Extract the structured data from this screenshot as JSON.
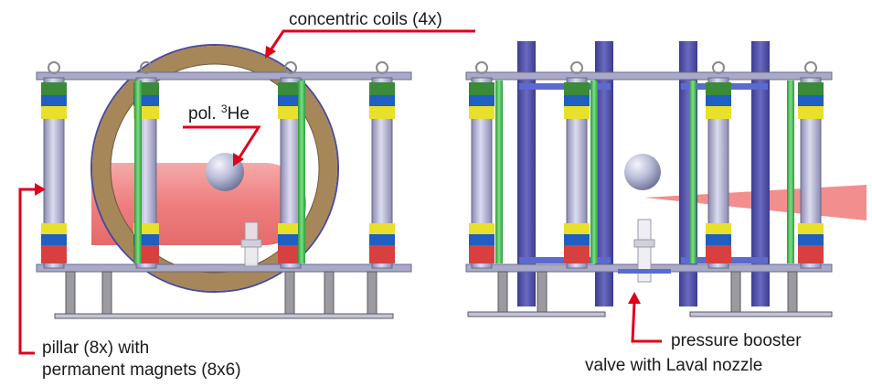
{
  "labels": {
    "coils": "concentric coils (4x)",
    "he_prefix": "pol. ",
    "he_mass": "3",
    "he_element": "He",
    "pillar_line1": "pillar (8x) with",
    "pillar_line2": "permanent magnets (8x6)",
    "booster_line1": "pressure booster",
    "booster_line2": "valve with Laval nozzle"
  },
  "colors": {
    "arrow": "#e0001a",
    "coil_ring": "#a5875a",
    "coil_edge": "#4a4a9a",
    "beam": "#f07a7a",
    "pillar": "#b8b8d8",
    "magnet_blue": "#1f5fbf",
    "magnet_yellow": "#e8e02a",
    "magnet_green": "#3a8a3a",
    "magnet_red": "#d84040",
    "green_rod": "#4fc85a",
    "frame": "#a9a9c9",
    "blue_plate": "#5050a8",
    "sphere": "#b9bdd8"
  }
}
